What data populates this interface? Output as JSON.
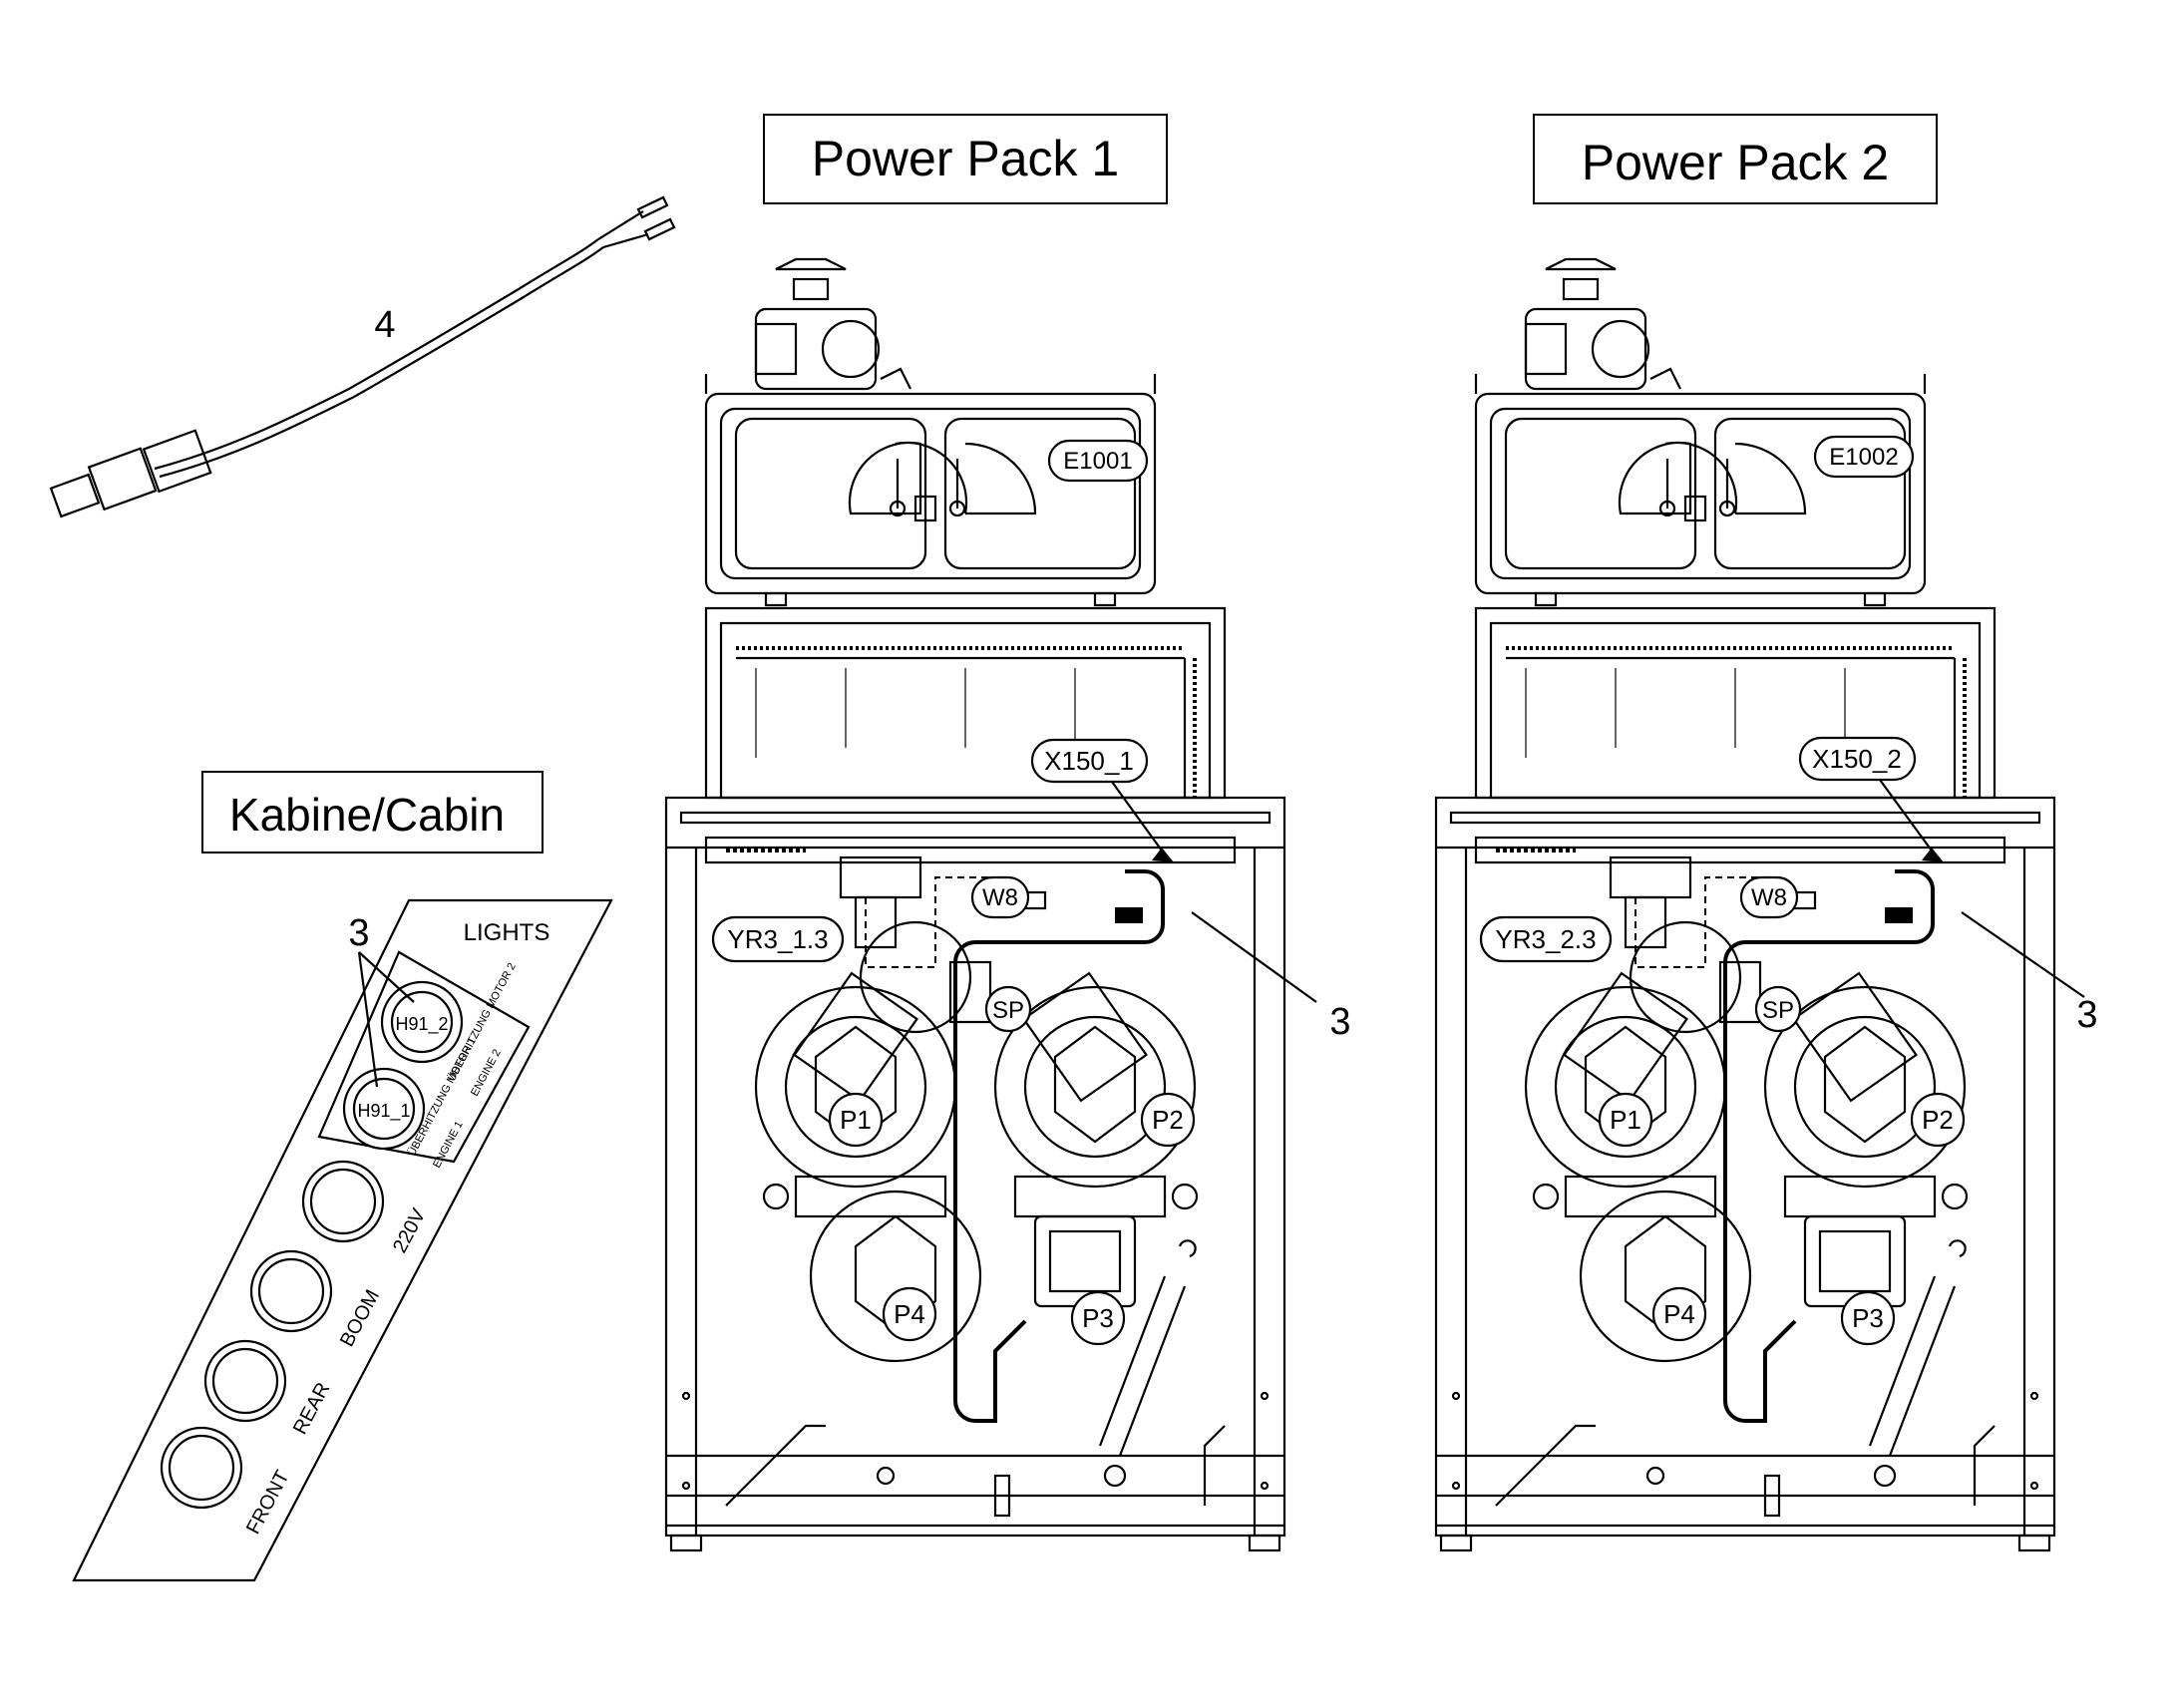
{
  "titles": {
    "power_pack_1": "Power Pack 1",
    "power_pack_2": "Power Pack 2",
    "cabin": "Kabine/Cabin"
  },
  "callouts": {
    "harness_number": "4",
    "cabin_callout": "3",
    "pp1_callout": "3",
    "pp2_callout": "3"
  },
  "cabin_panel": {
    "heading": "LIGHTS",
    "lamp_1": "H91_1",
    "lamp_2": "H91_2",
    "switches": [
      "220V",
      "BOOM",
      "REAR",
      "FRONT"
    ],
    "small_text": [
      "ÜBERHITZUNG MOTOR 1",
      "ENGINE 1",
      "ÜBERHITZUNG MOTOR 2",
      "ENGINE 2"
    ]
  },
  "power_pack_1": {
    "engine": "E1001",
    "connector": "X150_1",
    "harness": "W8",
    "valve": "YR3_1.3",
    "pumps": [
      "P1",
      "P2",
      "P3",
      "P4"
    ],
    "sp": "SP"
  },
  "power_pack_2": {
    "engine": "E1002",
    "connector": "X150_2",
    "harness": "W8",
    "valve": "YR3_2.3",
    "pumps": [
      "P1",
      "P2",
      "P3",
      "P4"
    ],
    "sp": "SP"
  }
}
